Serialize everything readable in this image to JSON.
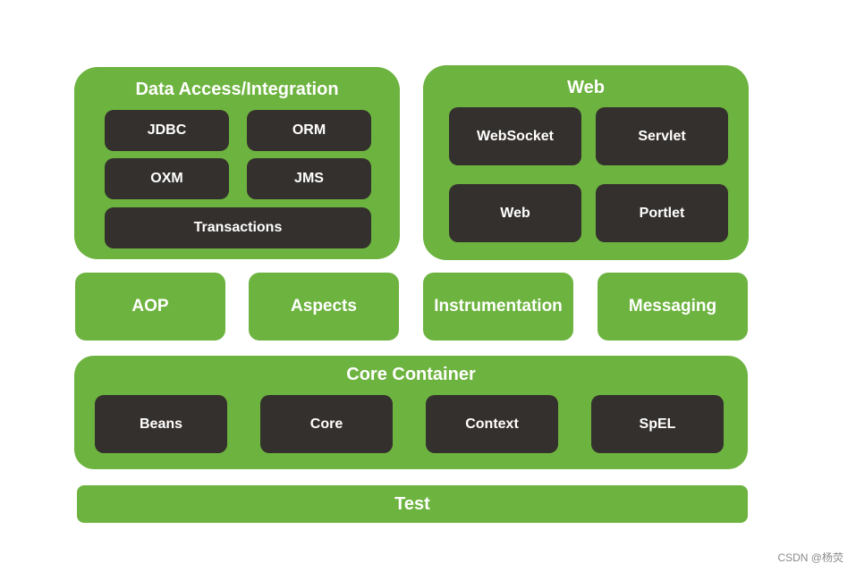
{
  "diagram": {
    "data_access": {
      "title": "Data Access/Integration",
      "modules": [
        "JDBC",
        "ORM",
        "OXM",
        "JMS",
        "Transactions"
      ]
    },
    "web": {
      "title": "Web",
      "modules": [
        "WebSocket",
        "Servlet",
        "Web",
        "Portlet"
      ]
    },
    "middle": [
      "AOP",
      "Aspects",
      "Instrumentation",
      "Messaging"
    ],
    "core_container": {
      "title": "Core Container",
      "modules": [
        "Beans",
        "Core",
        "Context",
        "SpEL"
      ]
    },
    "test": "Test"
  },
  "colors": {
    "green": "#6db33f",
    "dark": "#34302d",
    "text": "#ffffff"
  },
  "watermark": "CSDN @杨荧"
}
